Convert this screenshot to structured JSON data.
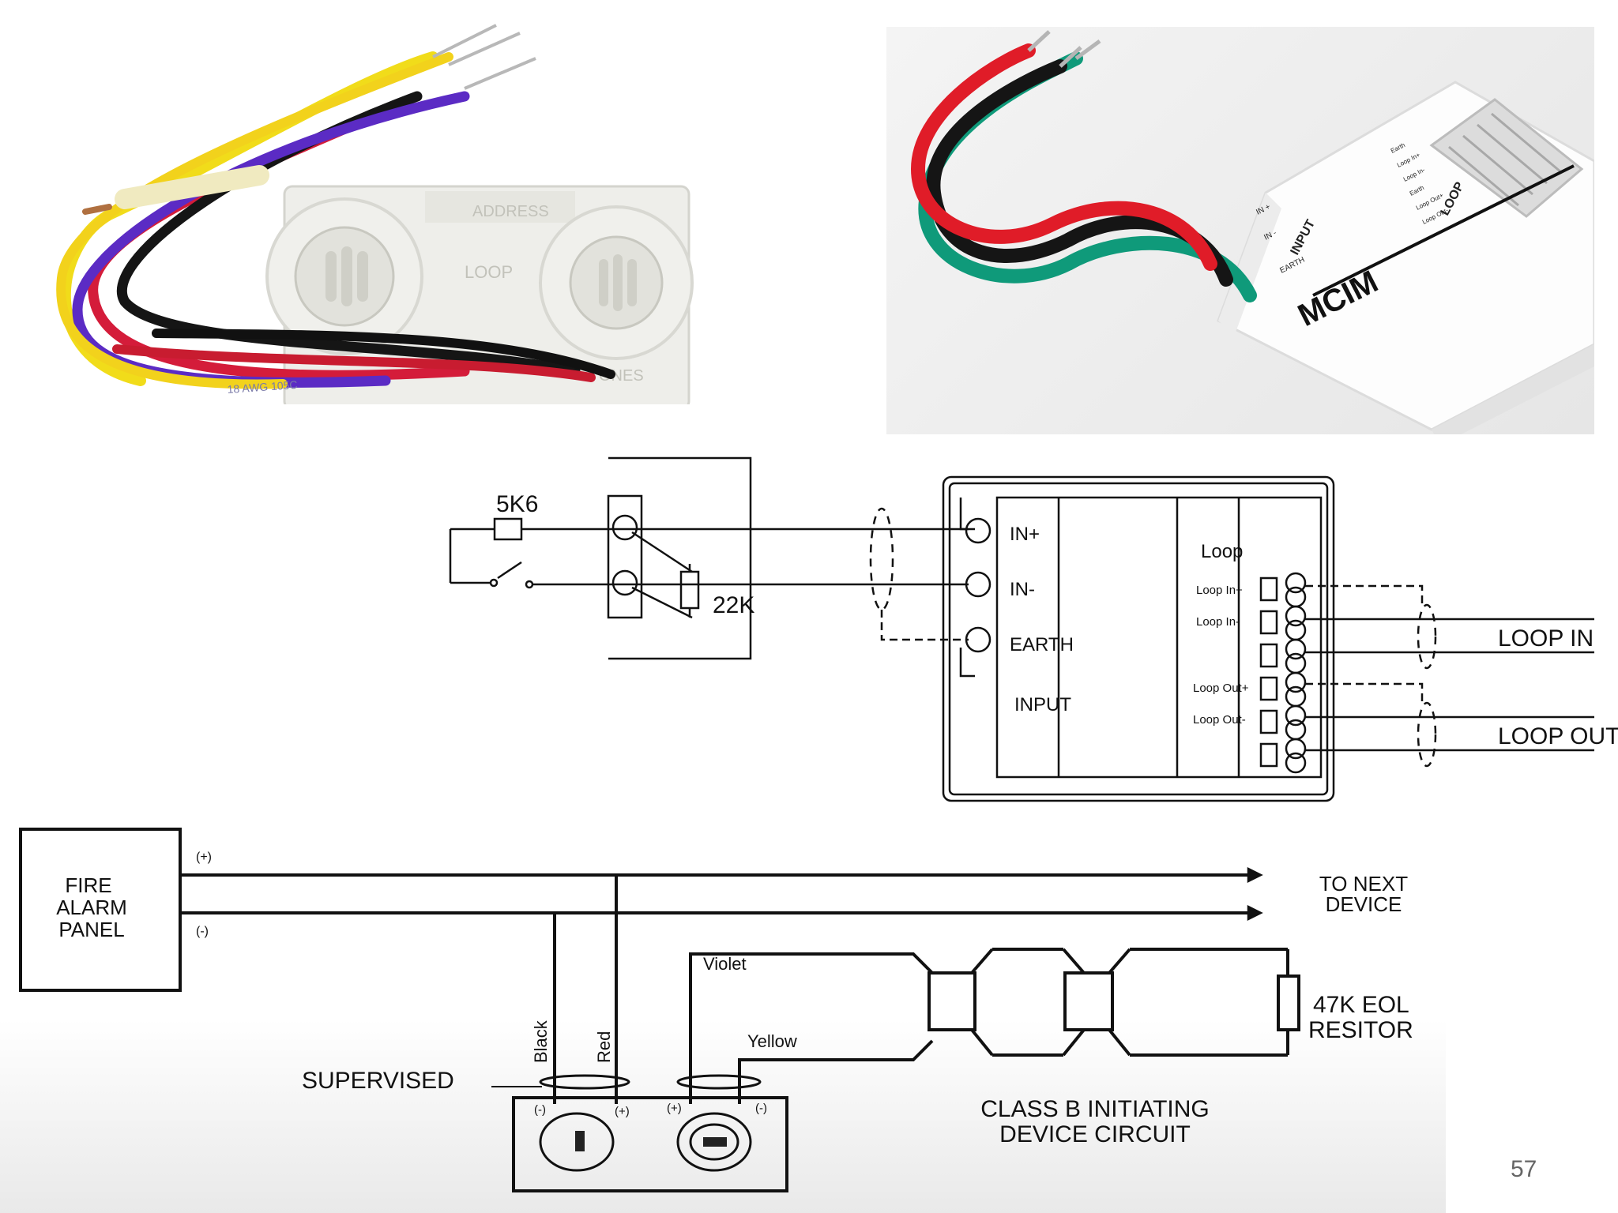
{
  "photo_left": {
    "dial_label_address": "ADDRESS",
    "dial_label_loop": "LOOP",
    "dial_label_ones": "ONES",
    "wire_print": "18 AWG 105C"
  },
  "photo_right": {
    "module_name": "MCIM",
    "label_input": "INPUT",
    "label_loop": "LOOP",
    "label_in_plus": "IN +",
    "label_in_minus": "IN -",
    "label_earth": "EARTH",
    "terminal_labels": [
      "Earth",
      "Loop In+",
      "Loop In-",
      "Earth",
      "Loop Out+",
      "Loop Out-"
    ]
  },
  "mcim_schematic": {
    "resistor_5k6": "5K6",
    "resistor_22k": "22K",
    "in_plus": "IN+",
    "in_minus": "IN-",
    "earth": "EARTH",
    "input": "INPUT",
    "loop_header": "Loop",
    "loop_in_plus": "Loop In+",
    "loop_in_minus": "Loop In-",
    "loop_out_plus": "Loop Out+",
    "loop_out_minus": "Loop Out-",
    "loop_in": "LOOP IN",
    "loop_out": "LOOP OUT"
  },
  "class_b_schematic": {
    "panel_line1": "FIRE",
    "panel_line2": "ALARM",
    "panel_line3": "PANEL",
    "plus": "(+)",
    "minus": "(-)",
    "to_next_line1": "TO NEXT",
    "to_next_line2": "DEVICE",
    "violet": "Violet",
    "yellow": "Yellow",
    "black": "Black",
    "red": "Red",
    "supervised": "SUPERVISED",
    "eol_line1": "47K EOL",
    "eol_line2": "RESITOR",
    "circuit_line1": "CLASS B INITIATING",
    "circuit_line2": "DEVICE CIRCUIT"
  },
  "page_number": "57"
}
